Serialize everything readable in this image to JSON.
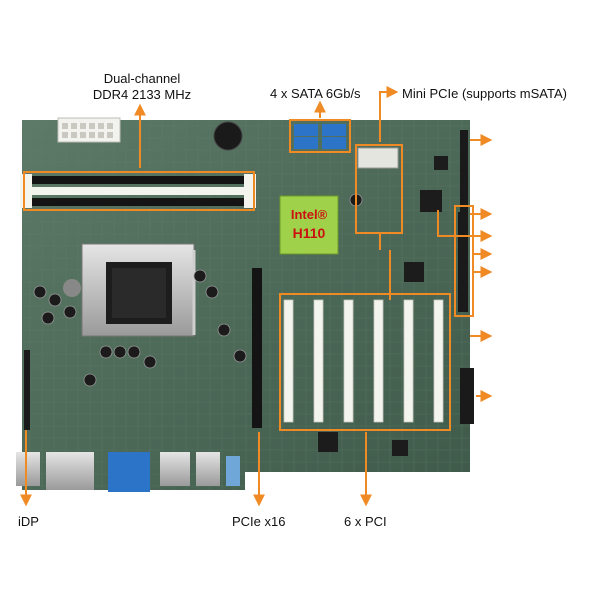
{
  "labels": {
    "ddr4_line1": "Dual-channel",
    "ddr4_line2": "DDR4 2133 MHz",
    "sata": "4 x SATA 6Gb/s",
    "minipcie": "Mini PCIe (supports mSATA)",
    "idp": "iDP",
    "pcie": "PCIe x16",
    "pci": "6 x PCI"
  },
  "chipset": {
    "brand": "Intel®",
    "model": "H110"
  },
  "colors": {
    "callout": "#f08a24",
    "board": "#4f6b5b",
    "board_dark": "#2f4437",
    "chipset_fill": "#9fd14a",
    "chipset_text": "#cc1111",
    "slot_white": "#f4f4ee",
    "dimm_black": "#141414"
  },
  "right_arrow_count": 7
}
